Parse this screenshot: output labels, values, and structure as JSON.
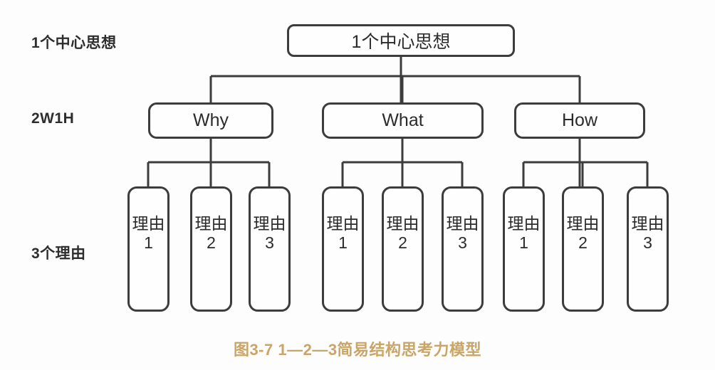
{
  "diagram": {
    "type": "hierarchy-tree",
    "levels": 3,
    "stroke_color": "#3c3c3c",
    "node_fill": "#fefefe",
    "background": "#fdfdfd",
    "caption_color": "#c9a567"
  },
  "row_labels": [
    {
      "text": "1个中心思想"
    },
    {
      "text": "2W1H"
    },
    {
      "text": "3个理由"
    }
  ],
  "root": {
    "label": "1个中心思想"
  },
  "branches": [
    {
      "label": "Why",
      "leaves": [
        {
          "word": "理由",
          "num": "1"
        },
        {
          "word": "理由",
          "num": "2"
        },
        {
          "word": "理由",
          "num": "3"
        }
      ]
    },
    {
      "label": "What",
      "leaves": [
        {
          "word": "理由",
          "num": "1"
        },
        {
          "word": "理由",
          "num": "2"
        },
        {
          "word": "理由",
          "num": "3"
        }
      ]
    },
    {
      "label": "How",
      "leaves": [
        {
          "word": "理由",
          "num": "1"
        },
        {
          "word": "理由",
          "num": "2"
        },
        {
          "word": "理由",
          "num": "3"
        }
      ]
    }
  ],
  "caption": {
    "text": "图3-7 1—2—3简易结构思考力模型"
  }
}
